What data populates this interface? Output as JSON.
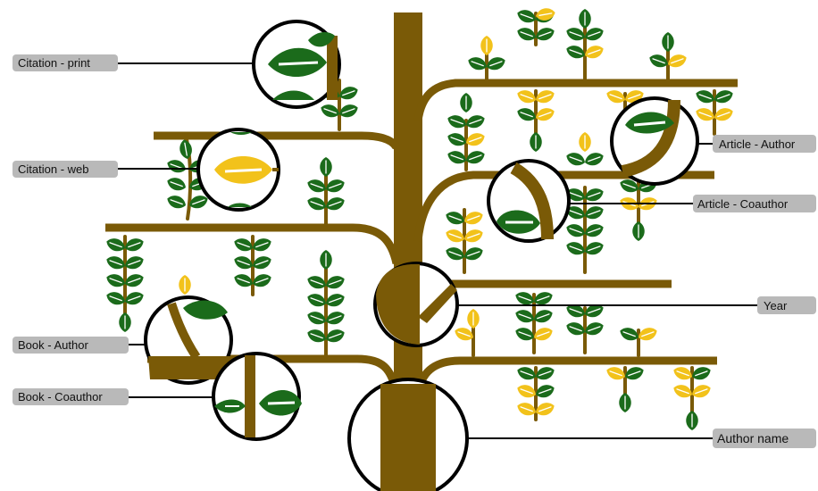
{
  "colors": {
    "trunk": "#7a5a07",
    "leaf_green": "#1b6b1b",
    "leaf_yellow": "#f2c21b",
    "leaf_vein": "#ffffff",
    "circle_stroke": "#000000",
    "label_bg": "#b9b9b9",
    "connector": "#000000"
  },
  "labels": {
    "citation_print": "Citation - print",
    "citation_web": "Citation - web",
    "book_author": "Book - Author",
    "book_coauthor": "Book - Coauthor",
    "article_author": "Article - Author",
    "article_coauthor": "Article - Coauthor",
    "year": "Year",
    "author_name": "Author name"
  }
}
